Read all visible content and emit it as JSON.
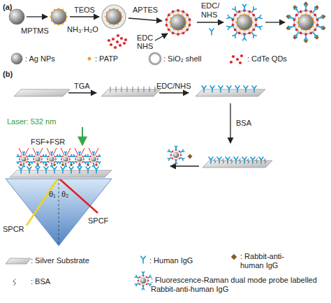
{
  "diagram": {
    "labels": [
      "(a)",
      "MPTMS",
      "TEOS",
      "NH₃·H₂O",
      "APTES",
      "EDC",
      "NHS",
      "EDC/ NHS",
      "(b)",
      "TGA",
      "EDC/NHS",
      "BSA",
      "Laser: 532 nm",
      "FSF+FSR",
      "θ₁",
      "θ₂",
      "SPCR",
      "SPCF"
    ],
    "legend": [
      {
        "text": ": Ag NPs"
      },
      {
        "text": ": PATP"
      },
      {
        "text": ": SiO₂ shell"
      },
      {
        "text": ": CdTe QDs"
      },
      {
        "text": ": Silver Substrate"
      },
      {
        "text": ": Human IgG"
      },
      {
        "text": ": Rabbit-anti-human IgG"
      },
      {
        "text": ": BSA"
      },
      {
        "text": ": Fluorescence-Raman dual mode probe labelled Rabbit-anti-human IgG"
      }
    ]
  }
}
